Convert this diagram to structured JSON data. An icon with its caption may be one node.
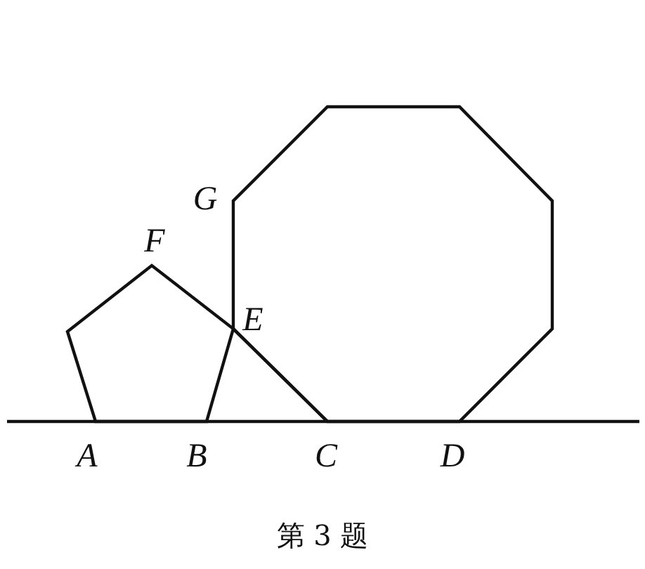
{
  "diagram": {
    "caption": "第 3 题",
    "labels": [
      "G",
      "F",
      "E",
      "A",
      "B",
      "C",
      "D"
    ]
  }
}
